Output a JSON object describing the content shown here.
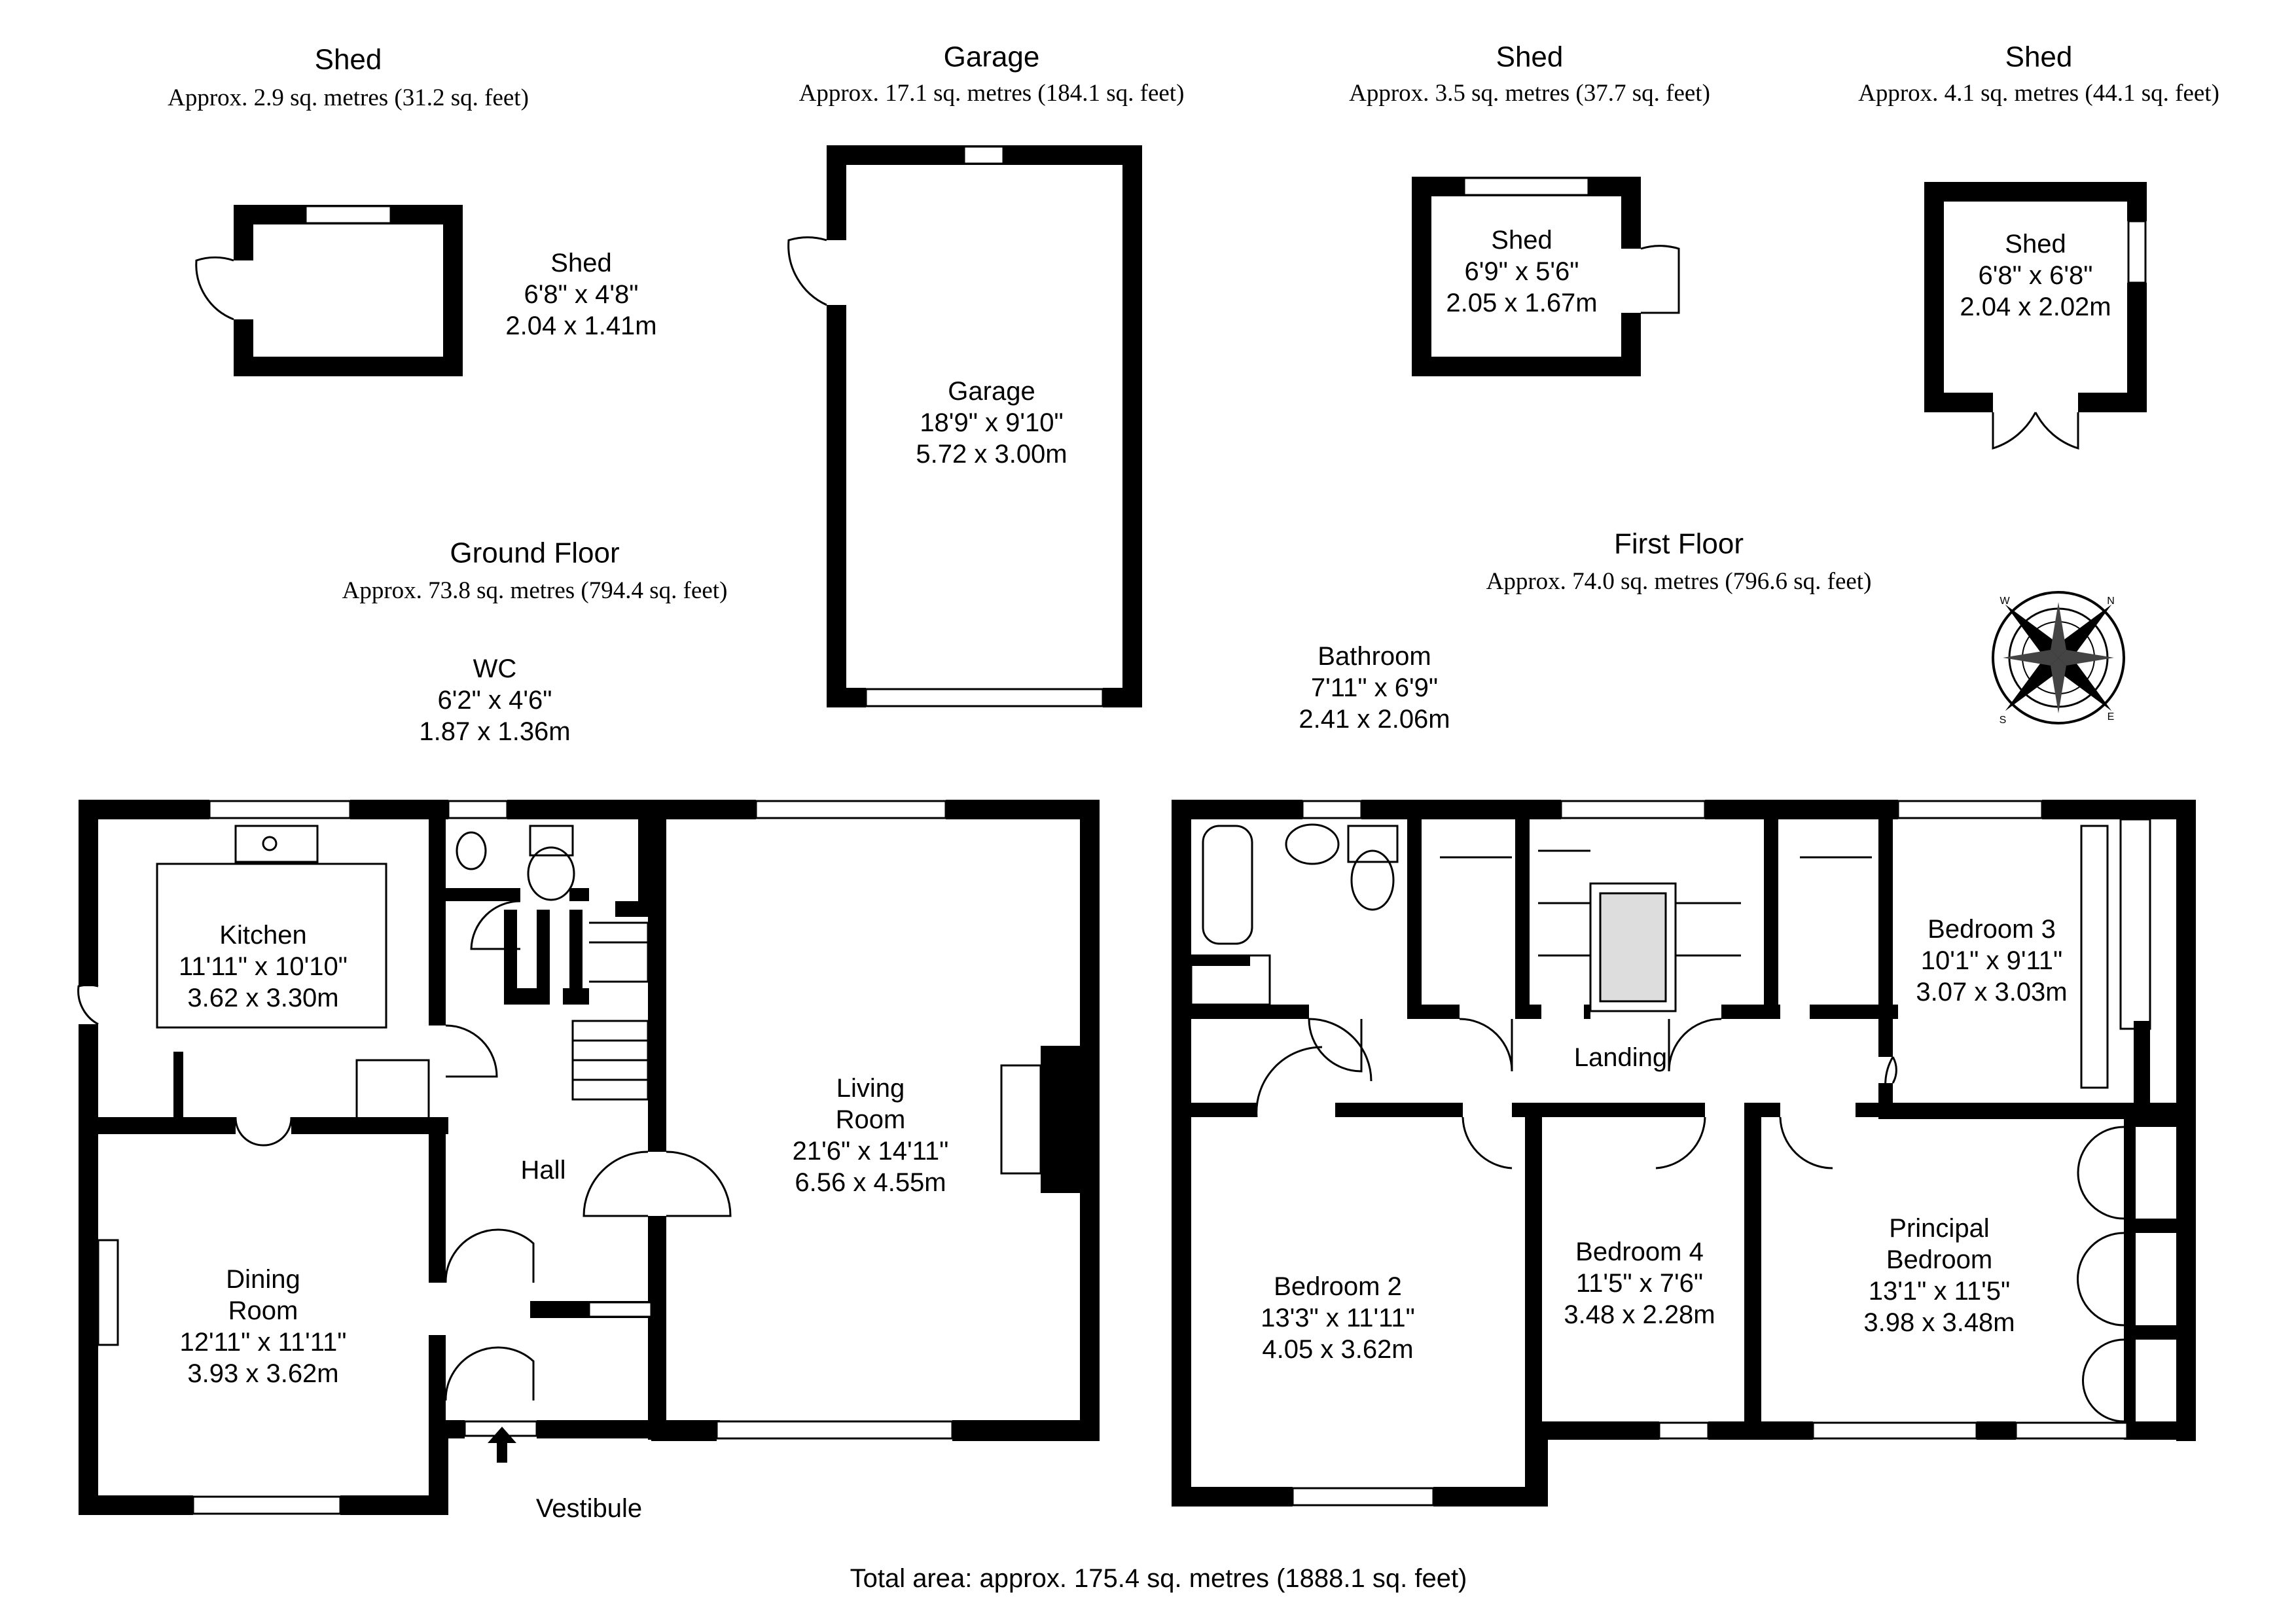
{
  "outbuildings": [
    {
      "key": "shed1",
      "title": "Shed",
      "area": "Approx. 2.9 sq. metres (31.2 sq. feet)",
      "room": {
        "name": "Shed",
        "imperial": "6'8\" x 4'8\"",
        "metric": "2.04 x 1.41m"
      }
    },
    {
      "key": "garage",
      "title": "Garage",
      "area": "Approx. 17.1 sq. metres (184.1 sq. feet)",
      "room": {
        "name": "Garage",
        "imperial": "18'9\" x 9'10\"",
        "metric": "5.72 x 3.00m"
      }
    },
    {
      "key": "shed2",
      "title": "Shed",
      "area": "Approx. 3.5 sq. metres (37.7 sq. feet)",
      "room": {
        "name": "Shed",
        "imperial": "6'9\" x 5'6\"",
        "metric": "2.05 x 1.67m"
      }
    },
    {
      "key": "shed3",
      "title": "Shed",
      "area": "Approx. 4.1 sq. metres (44.1 sq. feet)",
      "room": {
        "name": "Shed",
        "imperial": "6'8\" x 6'8\"",
        "metric": "2.04 x 2.02m"
      }
    }
  ],
  "ground_floor": {
    "title": "Ground Floor",
    "area": "Approx. 73.8 sq. metres (794.4 sq. feet)",
    "rooms": {
      "wc": {
        "name": "WC",
        "imperial": "6'2\" x 4'6\"",
        "metric": "1.87 x 1.36m"
      },
      "kitchen": {
        "name": "Kitchen",
        "imperial": "11'11\" x 10'10\"",
        "metric": "3.62 x 3.30m"
      },
      "living": {
        "name_line1": "Living",
        "name_line2": "Room",
        "imperial": "21'6\" x 14'11\"",
        "metric": "6.56 x 4.55m"
      },
      "hall": {
        "name": "Hall"
      },
      "dining": {
        "name_line1": "Dining",
        "name_line2": "Room",
        "imperial": "12'11\" x 11'11\"",
        "metric": "3.93 x 3.62m"
      },
      "vestibule": {
        "name": "Vestibule"
      }
    }
  },
  "first_floor": {
    "title": "First Floor",
    "area": "Approx. 74.0 sq. metres (796.6 sq. feet)",
    "rooms": {
      "bathroom": {
        "name": "Bathroom",
        "imperial": "7'11\" x 6'9\"",
        "metric": "2.41 x 2.06m"
      },
      "bedroom3": {
        "name": "Bedroom 3",
        "imperial": "10'1\" x 9'11\"",
        "metric": "3.07 x 3.03m"
      },
      "landing": {
        "name": "Landing"
      },
      "bedroom2": {
        "name": "Bedroom 2",
        "imperial": "13'3\" x 11'11\"",
        "metric": "4.05 x 3.62m"
      },
      "bedroom4": {
        "name": "Bedroom 4",
        "imperial": "11'5\" x 7'6\"",
        "metric": "3.48 x 2.28m"
      },
      "principal": {
        "name_line1": "Principal",
        "name_line2": "Bedroom",
        "imperial": "13'1\" x 11'5\"",
        "metric": "3.98 x 3.48m"
      }
    }
  },
  "total_area": "Total area: approx. 175.4 sq. metres (1888.1 sq. feet)",
  "compass": {
    "letters": [
      "N",
      "E",
      "S",
      "W"
    ]
  },
  "colors": {
    "wall": "#000000",
    "background": "#ffffff",
    "fixture": "#000000"
  }
}
